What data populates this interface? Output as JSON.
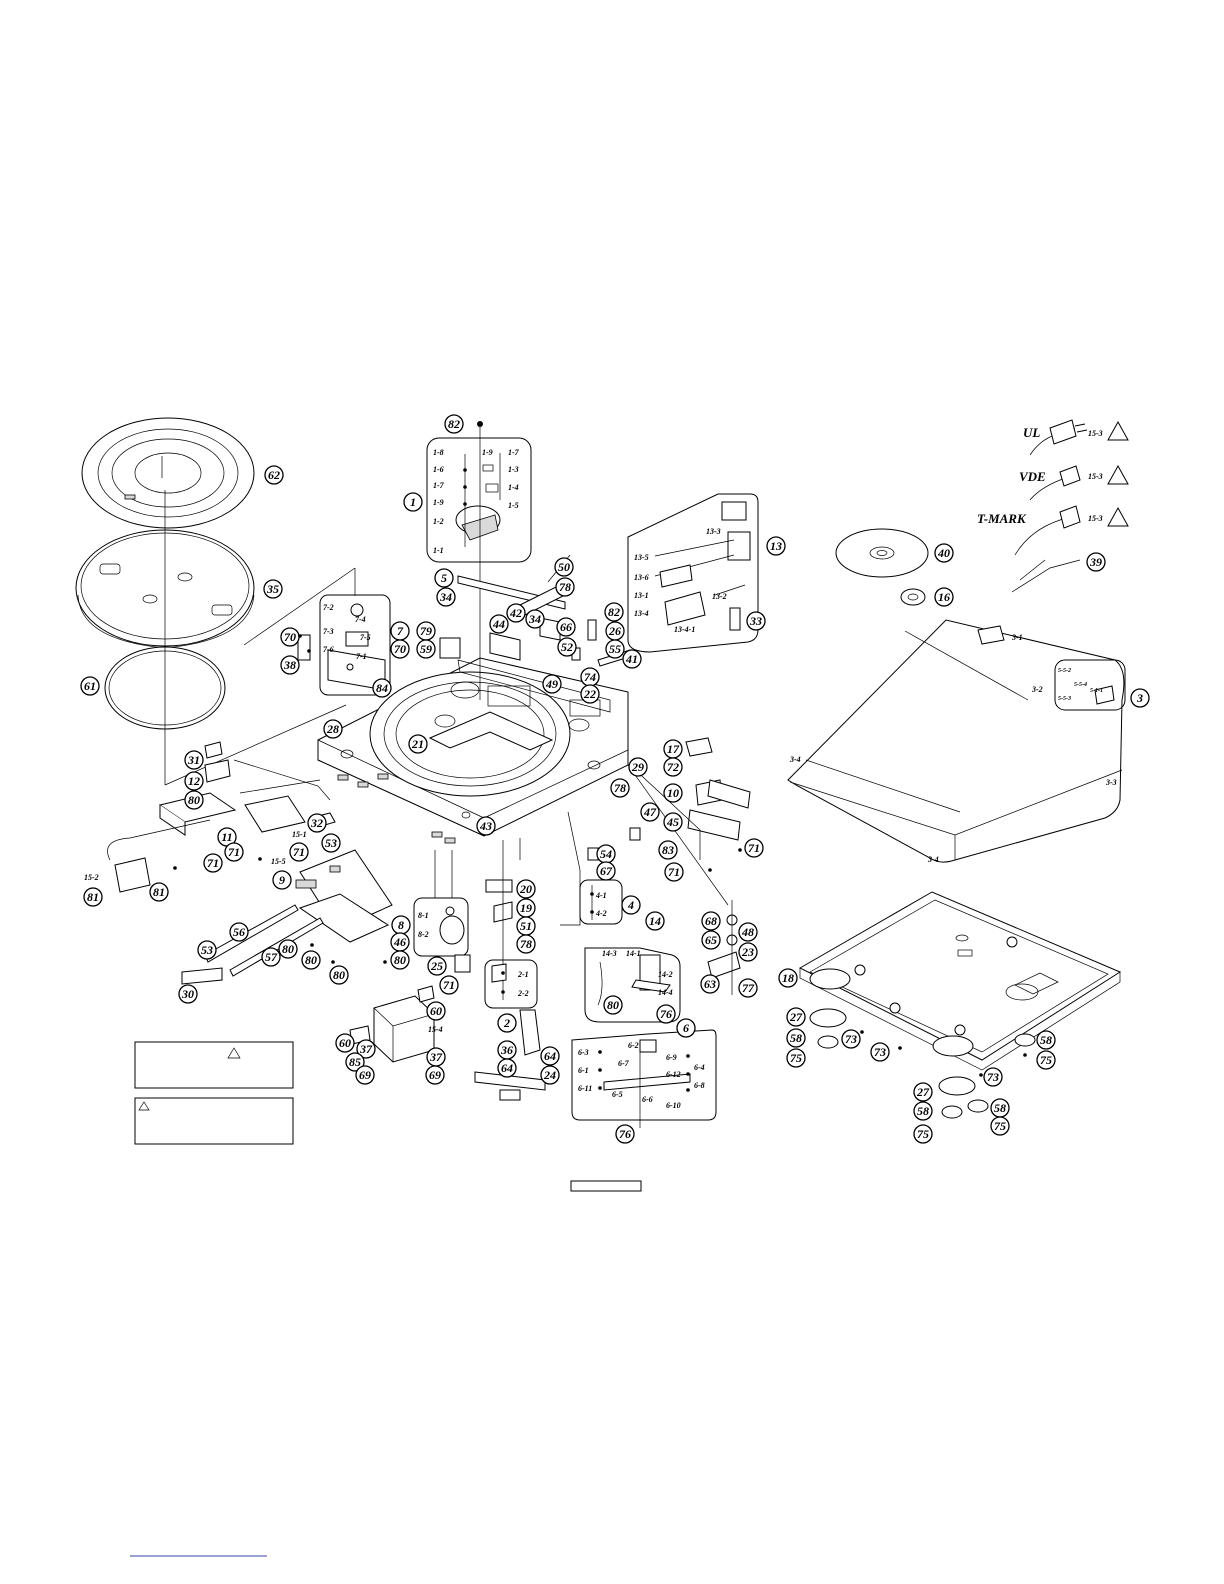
{
  "diagram": {
    "plug_labels": [
      "UL",
      "VDE",
      "T-MARK"
    ],
    "plug_part_ref": "15-3",
    "callouts": {
      "c82": "82",
      "c1": "1",
      "c5": "5",
      "c50": "50",
      "c78": "78",
      "c34": "34",
      "c82b": "82",
      "c42": "42",
      "c44": "44",
      "c34b": "34",
      "c66": "66",
      "c26": "26",
      "c52": "52",
      "c55": "55",
      "c41": "41",
      "c74": "74",
      "c49": "49",
      "c22": "22",
      "c13": "13",
      "c33": "33",
      "c62": "62",
      "c35": "35",
      "c61": "61",
      "c7": "7",
      "c70": "70",
      "c70b": "70",
      "c38": "38",
      "c84": "84",
      "c79": "79",
      "c59": "59",
      "c28": "28",
      "c21": "21",
      "c29": "29",
      "c43": "43",
      "c31": "31",
      "c12": "12",
      "c80": "80",
      "c32": "32",
      "c53": "53",
      "c11": "11",
      "c71": "71",
      "c71b": "71",
      "c71c": "71",
      "c81": "81",
      "c81b": "81",
      "c9": "9",
      "c8": "8",
      "c46": "46",
      "c80b": "80",
      "c80c": "80",
      "c80d": "80",
      "c80e": "80",
      "c56": "56",
      "c57": "57",
      "c53b": "53",
      "c30": "30",
      "c25": "25",
      "c71d": "71",
      "c20": "20",
      "c19": "19",
      "c51": "51",
      "c78b": "78",
      "c2": "2",
      "c36": "36",
      "c64": "64",
      "c64b": "64",
      "c24": "24",
      "c60": "60",
      "c60b": "60",
      "c37": "37",
      "c37b": "37",
      "c85": "85",
      "c69": "69",
      "c69b": "69",
      "c54": "54",
      "c67": "67",
      "c4": "4",
      "c78c": "78",
      "c47": "47",
      "c14": "14",
      "c80f": "80",
      "c76": "76",
      "c6": "6",
      "c76b": "76",
      "c68": "68",
      "c48": "48",
      "c65": "65",
      "c23": "23",
      "c63": "63",
      "c77": "77",
      "c17": "17",
      "c72": "72",
      "c10": "10",
      "c45": "45",
      "c83": "83",
      "c71e": "71",
      "c71f": "71",
      "c40": "40",
      "c16": "16",
      "c39": "39",
      "c3": "3",
      "c18": "18",
      "c27": "27",
      "c73": "73",
      "c73b": "73",
      "c58": "58",
      "c75": "75",
      "c58b": "58",
      "c75b": "75",
      "c73c": "73",
      "c27b": "27",
      "c58c": "58",
      "c58d": "58",
      "c75c": "75",
      "c75d": "75"
    },
    "sub_labels": {
      "s1_8": "1-8",
      "s1_6": "1-6",
      "s1_7": "1-7",
      "s1_9": "1-9",
      "s1_2": "1-2",
      "s1_1": "1-1",
      "s1_9b": "1-9",
      "s1_7b": "1-7",
      "s1_3": "1-3",
      "s1_4": "1-4",
      "s1_5": "1-5",
      "s13_3": "13-3",
      "s13_5": "13-5",
      "s13_6": "13-6",
      "s13_1": "13-1",
      "s13_4": "13-4",
      "s13_4_1": "13-4-1",
      "s13_2": "13-2",
      "s7_2": "7-2",
      "s7_4": "7-4",
      "s7_3": "7-3",
      "s7_5": "7-5",
      "s7_6": "7-6",
      "s7_1": "7-1",
      "s15_1": "15-1",
      "s15_5": "15-5",
      "s15_2": "15-2",
      "s8_1": "8-1",
      "s8_2": "8-2",
      "s2_1": "2-1",
      "s2_2": "2-2",
      "s15_4": "15-4",
      "s4_1": "4-1",
      "s4_2": "4-2",
      "s14_3": "14-3",
      "s14_1": "14-1",
      "s14_2": "14-2",
      "s14_4": "14-4",
      "s6_3": "6-3",
      "s6_1": "6-1",
      "s6_11": "6-11",
      "s6_2": "6-2",
      "s6_7": "6-7",
      "s6_5": "6-5",
      "s6_6": "6-6",
      "s6_9": "6-9",
      "s6_12": "6-12",
      "s6_10": "6-10",
      "s6_4": "6-4",
      "s6_8": "6-8",
      "s3_1": "3-1",
      "s3_2": "3-2",
      "s3_3": "3-3",
      "s3_4": "3-4",
      "s3_4b": "3-4",
      "s5_2": "5-5-2",
      "s5_1": "5-1-1",
      "s5_4": "5-5-4",
      "s5_3": "5-5-3"
    }
  }
}
